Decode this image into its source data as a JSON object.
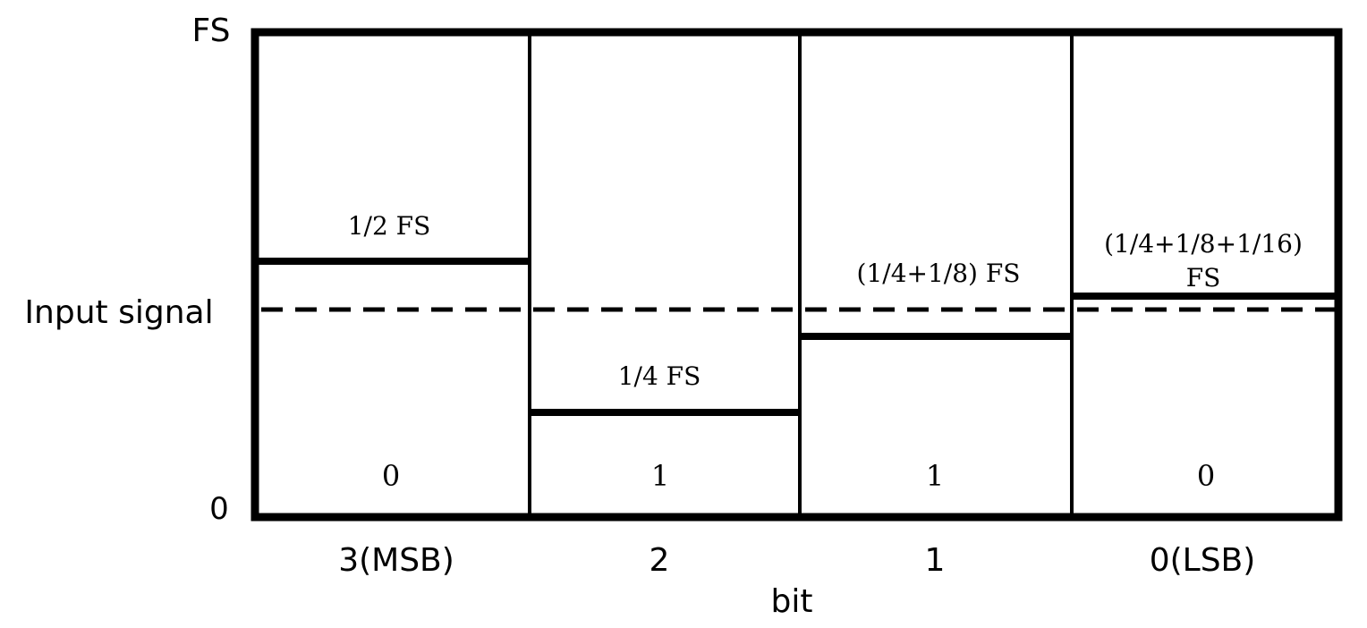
{
  "axis": {
    "y_top_label": "FS",
    "y_bottom_label": "0",
    "input_signal_label": "Input signal",
    "x_title": "bit"
  },
  "columns": [
    {
      "bit_label": "3(MSB)",
      "bit_value": "0",
      "threshold_lines": [
        "1/2 FS"
      ],
      "threshold_fraction": 0.5
    },
    {
      "bit_label": "2",
      "bit_value": "1",
      "threshold_lines": [
        "1/4 FS"
      ],
      "threshold_fraction": 0.25
    },
    {
      "bit_label": "1",
      "bit_value": "1",
      "threshold_lines": [
        "(1/4+1/8) FS"
      ],
      "threshold_fraction": 0.375
    },
    {
      "bit_label": "0(LSB)",
      "bit_value": "0",
      "threshold_lines": [
        "(1/4+1/8+1/16)",
        "FS"
      ],
      "threshold_fraction": 0.4375
    }
  ],
  "input_signal_fraction": 0.4
}
